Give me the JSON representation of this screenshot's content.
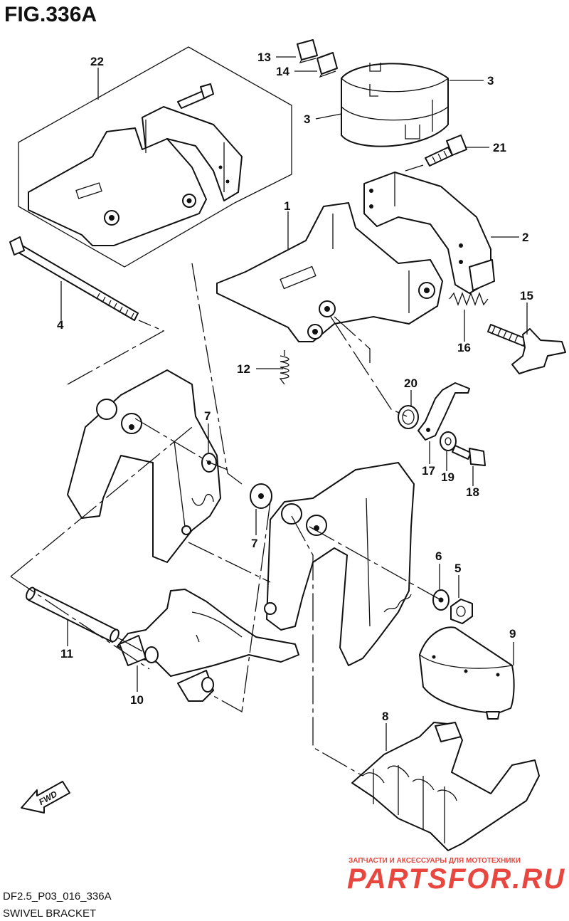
{
  "figure": {
    "title": "FIG.336A",
    "code": "DF2.5_P03_016_336A",
    "name": "SWIVEL BRACKET"
  },
  "direction_arrow": {
    "label": "FWD"
  },
  "watermark": {
    "tagline": "ЗАПЧАСТИ И АКСЕССУАРЫ ДЛЯ МОТОТЕХНИКИ",
    "site": "PARTSFOR.RU",
    "color": "#e8473f"
  },
  "callouts": {
    "c1": "1",
    "c2": "2",
    "c3a": "3",
    "c3b": "3",
    "c4": "4",
    "c5": "5",
    "c6": "6",
    "c7a": "7",
    "c7b": "7",
    "c8": "8",
    "c9": "9",
    "c10": "10",
    "c11": "11",
    "c12": "12",
    "c13": "13",
    "c14": "14",
    "c15": "15",
    "c16": "16",
    "c17": "17",
    "c18": "18",
    "c19": "19",
    "c20": "20",
    "c21": "21",
    "c22": "22"
  }
}
